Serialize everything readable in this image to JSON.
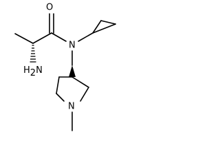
{
  "structure": {
    "atoms": {
      "carbonyl_oxygen": "O",
      "amide_nitrogen": "N",
      "amine": "H2N",
      "ring_nitrogen": "N"
    }
  },
  "colors": {
    "bond": "#000000",
    "label": "#000000",
    "background": "#ffffff"
  }
}
